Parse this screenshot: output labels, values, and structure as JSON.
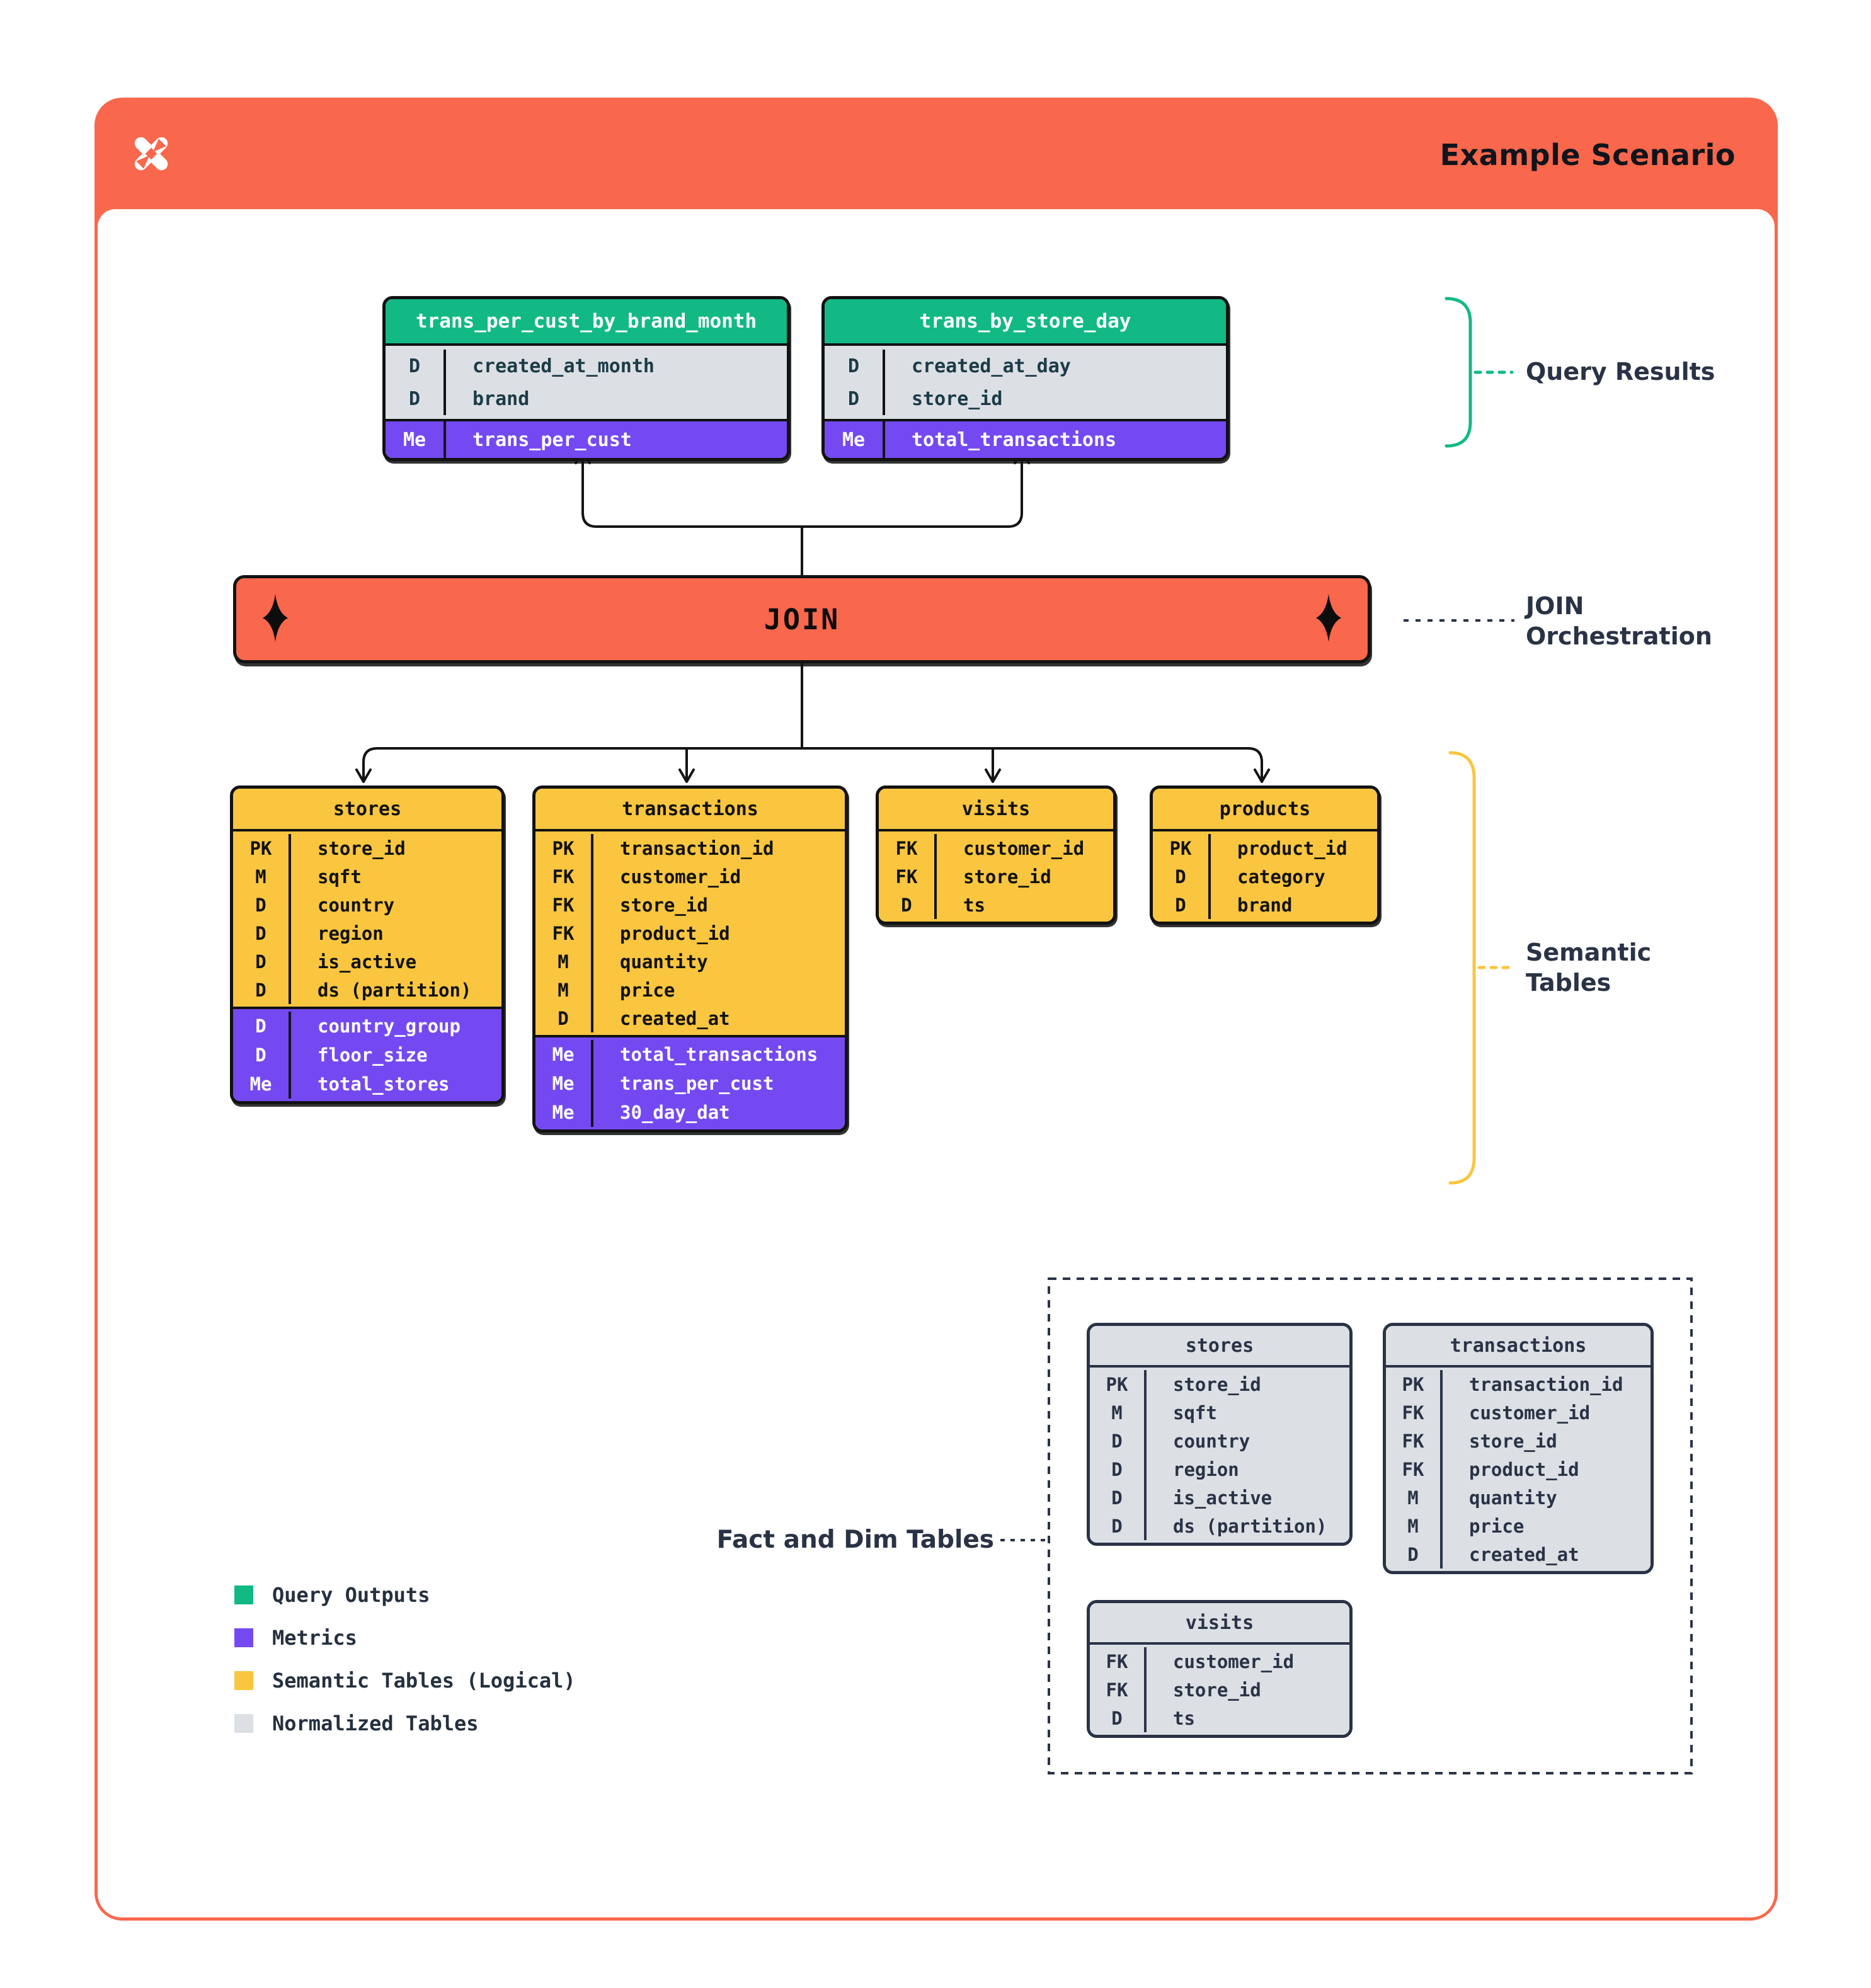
{
  "header": {
    "title": "Example Scenario",
    "logo": "dbt-x-logo"
  },
  "labels": {
    "query_results": "Query Results",
    "join_line1": "JOIN",
    "join_line2": "Orchestration",
    "semantic_line1": "Semantic",
    "semantic_line2": "Tables",
    "fact_and_dim": "Fact and Dim Tables"
  },
  "join_bar": {
    "label": "JOIN"
  },
  "query_result_tables": [
    {
      "name": "trans_per_cust_by_brand_month",
      "dims": [
        {
          "badge": "D",
          "field": "created_at_month"
        },
        {
          "badge": "D",
          "field": "brand"
        }
      ],
      "metrics": [
        {
          "badge": "Me",
          "field": "trans_per_cust"
        }
      ]
    },
    {
      "name": "trans_by_store_day",
      "dims": [
        {
          "badge": "D",
          "field": "created_at_day"
        },
        {
          "badge": "D",
          "field": "store_id"
        }
      ],
      "metrics": [
        {
          "badge": "Me",
          "field": "total_transactions"
        }
      ]
    }
  ],
  "semantic_tables": [
    {
      "name": "stores",
      "rows": [
        {
          "badge": "PK",
          "field": "store_id"
        },
        {
          "badge": "M",
          "field": "sqft"
        },
        {
          "badge": "D",
          "field": "country"
        },
        {
          "badge": "D",
          "field": "region"
        },
        {
          "badge": "D",
          "field": "is_active"
        },
        {
          "badge": "D",
          "field": "ds (partition)"
        }
      ],
      "metric_rows": [
        {
          "badge": "D",
          "field": "country_group"
        },
        {
          "badge": "D",
          "field": "floor_size"
        },
        {
          "badge": "Me",
          "field": "total_stores"
        }
      ]
    },
    {
      "name": "transactions",
      "rows": [
        {
          "badge": "PK",
          "field": "transaction_id"
        },
        {
          "badge": "FK",
          "field": "customer_id"
        },
        {
          "badge": "FK",
          "field": "store_id"
        },
        {
          "badge": "FK",
          "field": "product_id"
        },
        {
          "badge": "M",
          "field": "quantity"
        },
        {
          "badge": "M",
          "field": "price"
        },
        {
          "badge": "D",
          "field": "created_at"
        }
      ],
      "metric_rows": [
        {
          "badge": "Me",
          "field": "total_transactions"
        },
        {
          "badge": "Me",
          "field": "trans_per_cust"
        },
        {
          "badge": "Me",
          "field": "30_day_dat"
        }
      ]
    },
    {
      "name": "visits",
      "rows": [
        {
          "badge": "FK",
          "field": "customer_id"
        },
        {
          "badge": "FK",
          "field": "store_id"
        },
        {
          "badge": "D",
          "field": "ts"
        }
      ],
      "metric_rows": []
    },
    {
      "name": "products",
      "rows": [
        {
          "badge": "PK",
          "field": "product_id"
        },
        {
          "badge": "D",
          "field": "category"
        },
        {
          "badge": "D",
          "field": "brand"
        }
      ],
      "metric_rows": []
    }
  ],
  "normalized_tables": [
    {
      "name": "stores",
      "rows": [
        {
          "badge": "PK",
          "field": "store_id"
        },
        {
          "badge": "M",
          "field": "sqft"
        },
        {
          "badge": "D",
          "field": "country"
        },
        {
          "badge": "D",
          "field": "region"
        },
        {
          "badge": "D",
          "field": "is_active"
        },
        {
          "badge": "D",
          "field": "ds (partition)"
        }
      ]
    },
    {
      "name": "transactions",
      "rows": [
        {
          "badge": "PK",
          "field": "transaction_id"
        },
        {
          "badge": "FK",
          "field": "customer_id"
        },
        {
          "badge": "FK",
          "field": "store_id"
        },
        {
          "badge": "FK",
          "field": "product_id"
        },
        {
          "badge": "M",
          "field": "quantity"
        },
        {
          "badge": "M",
          "field": "price"
        },
        {
          "badge": "D",
          "field": "created_at"
        }
      ]
    },
    {
      "name": "visits",
      "rows": [
        {
          "badge": "FK",
          "field": "customer_id"
        },
        {
          "badge": "FK",
          "field": "store_id"
        },
        {
          "badge": "D",
          "field": "ts"
        }
      ]
    }
  ],
  "legend": [
    {
      "swatch": "#12B985",
      "label": "Query Outputs"
    },
    {
      "swatch": "#7449F2",
      "label": "Metrics"
    },
    {
      "swatch": "#FAC63F",
      "label": "Semantic Tables (Logical)"
    },
    {
      "swatch": "#DCE0E5",
      "label": "Normalized Tables"
    }
  ],
  "colors": {
    "orange": "#F9674C",
    "green": "#12B985",
    "purple": "#7449F2",
    "yellow": "#FAC63F",
    "gray": "#DCE0E5",
    "navy": "#2A3346",
    "black": "#121212"
  }
}
